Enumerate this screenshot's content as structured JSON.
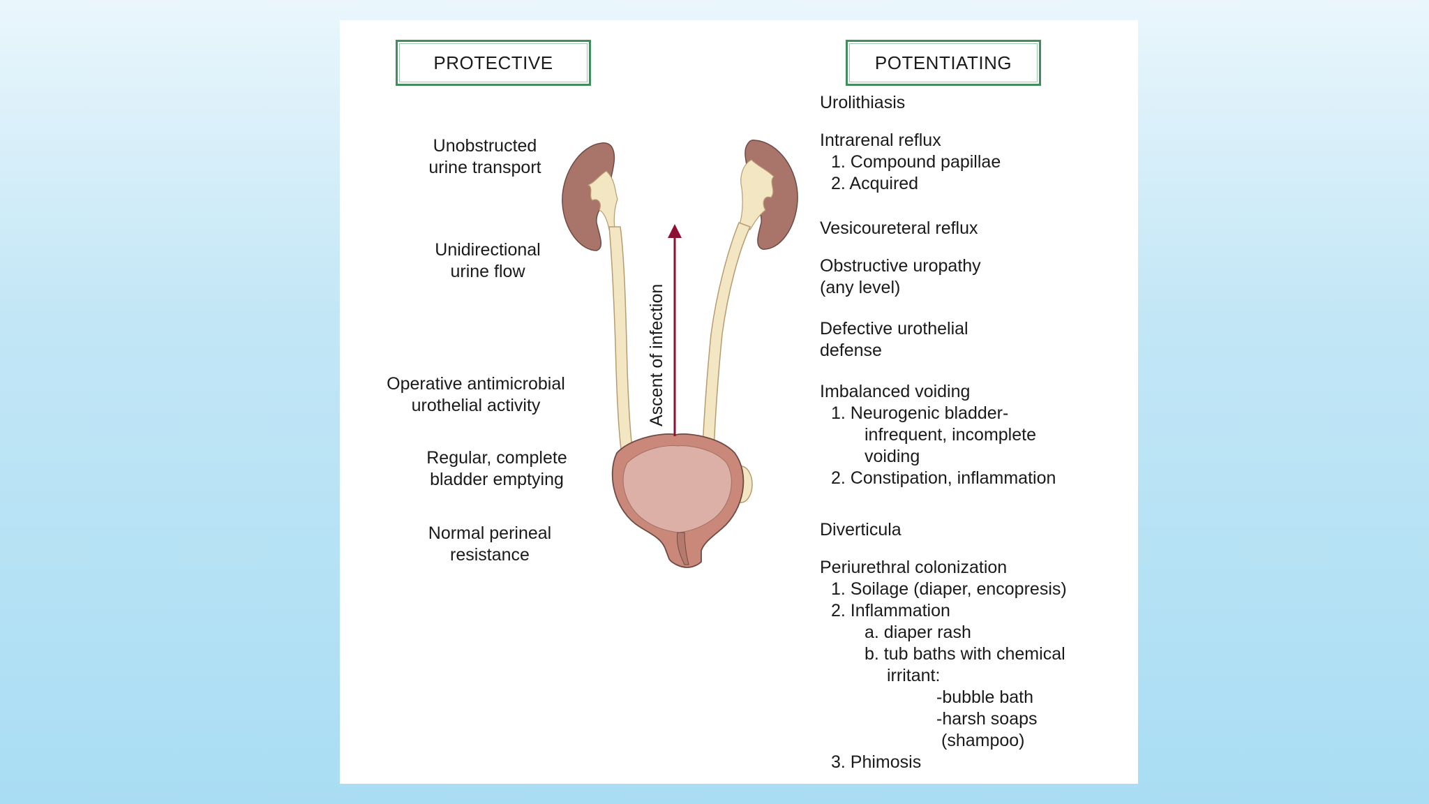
{
  "headers": {
    "protective": "PROTECTIVE",
    "potentiating": "POTENTIATING"
  },
  "protective": [
    {
      "lines": [
        "Unobstructed",
        "urine transport"
      ]
    },
    {
      "lines": [
        "Unidirectional",
        "urine flow"
      ]
    },
    {
      "lines": [
        "Operative antimicrobial",
        "urothelial activity"
      ]
    },
    {
      "lines": [
        "Regular, complete",
        "bladder emptying"
      ]
    },
    {
      "lines": [
        "Normal perineal",
        "resistance"
      ]
    }
  ],
  "arrow_label": "Ascent of infection",
  "potentiating": {
    "urolithiasis": "Urolithiasis",
    "intrarenal": {
      "title": "Intrarenal reflux",
      "items": [
        "1. Compound papillae",
        "2. Acquired"
      ]
    },
    "vesicoureteral": "Vesicoureteral reflux",
    "obstructive": [
      "Obstructive uropathy",
      "(any level)"
    ],
    "defective": [
      "Defective urothelial",
      "defense"
    ],
    "imbalanced": {
      "title": "Imbalanced voiding",
      "item1": [
        "1. Neurogenic bladder-",
        "infrequent, incomplete",
        "voiding"
      ],
      "item2": "2. Constipation, inflammation"
    },
    "diverticula": "Diverticula",
    "periurethral": {
      "title": "Periurethral colonization",
      "item1": "1. Soilage (diaper, encopresis)",
      "item2": "2. Inflammation",
      "sub_a": "a. diaper rash",
      "sub_b": [
        "b. tub baths with chemical",
        "irritant:"
      ],
      "irritants": [
        "-bubble bath",
        "-harsh soaps",
        "(shampoo)"
      ],
      "item3": "3. Phimosis"
    }
  },
  "colors": {
    "box_border": "#3f8e5c",
    "kidney": "#a9756b",
    "ureter": "#f3e6c2",
    "bladder": "#c98879",
    "arrow": "#8b1034"
  }
}
